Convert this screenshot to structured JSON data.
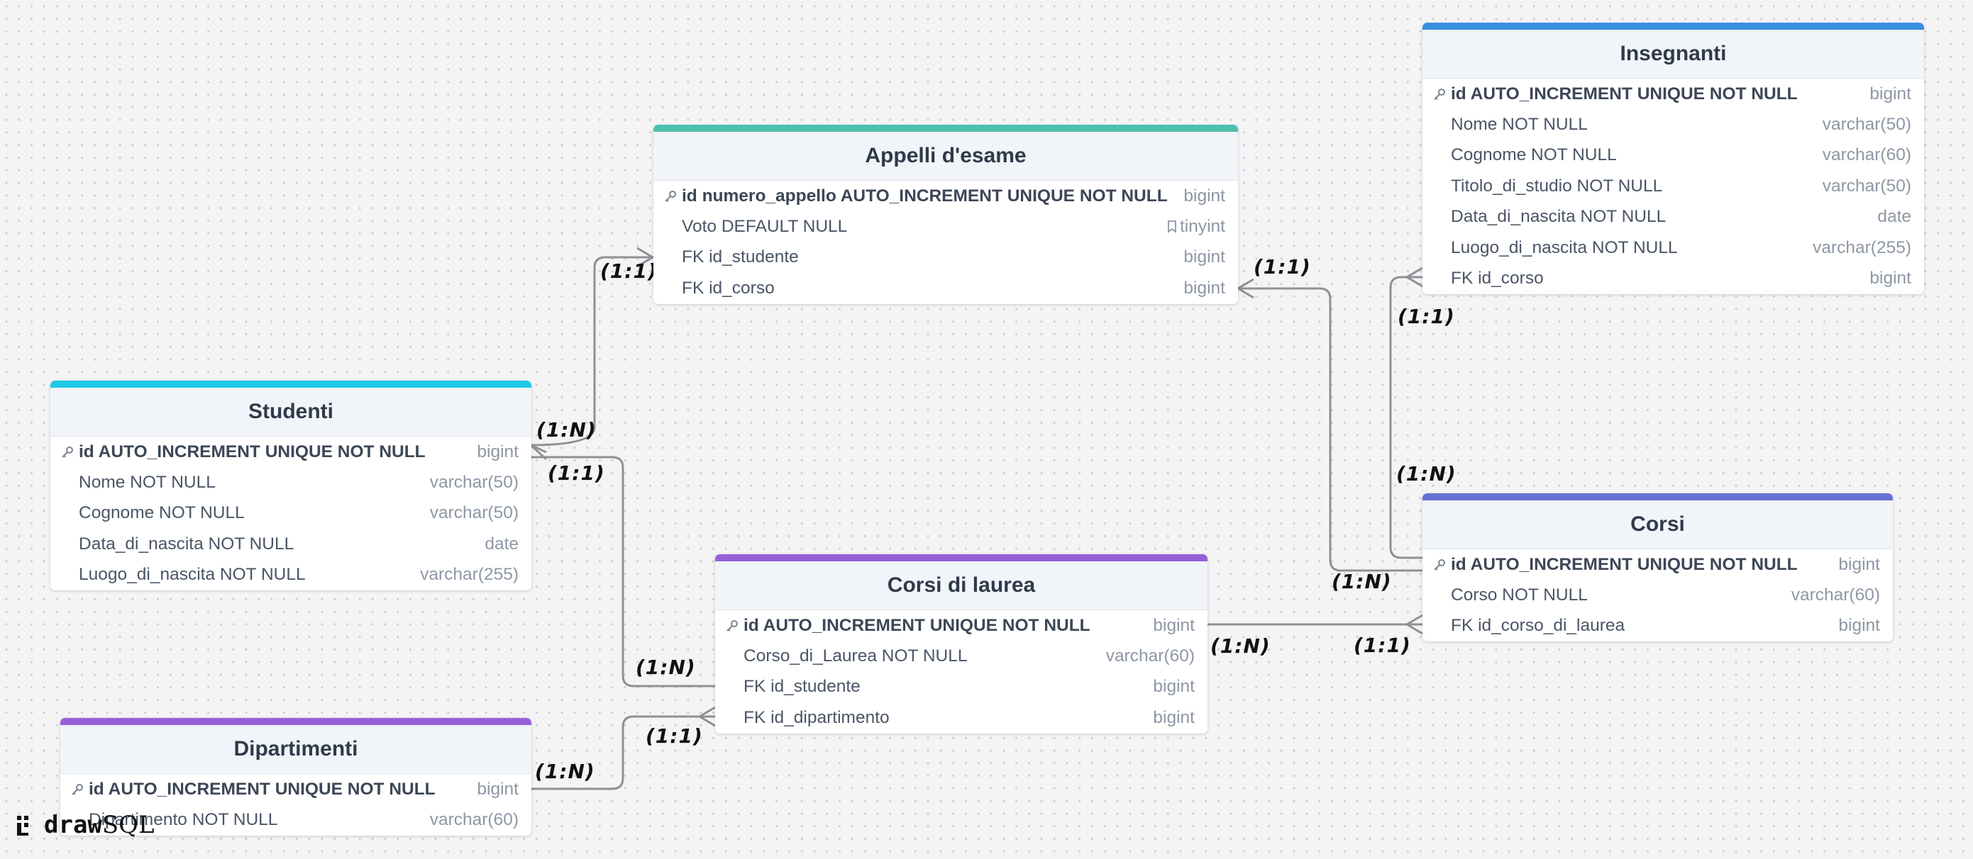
{
  "app": {
    "logo_draw": "draw",
    "logo_sql": "SQL"
  },
  "tables": [
    {
      "id": "appelli",
      "title": "Appelli d'esame",
      "color": "#4dbfad",
      "columns": [
        {
          "name": "id numero_appello AUTO_INCREMENT UNIQUE NOT NULL",
          "type": "bigint",
          "pk": true
        },
        {
          "name": "Voto DEFAULT NULL",
          "type": "tinyint",
          "note_icon": true
        },
        {
          "name": "FK id_studente",
          "type": "bigint"
        },
        {
          "name": "FK id_corso",
          "type": "bigint"
        }
      ]
    },
    {
      "id": "insegnanti",
      "title": "Insegnanti",
      "color": "#3a8fe0",
      "columns": [
        {
          "name": "id AUTO_INCREMENT UNIQUE NOT NULL",
          "type": "bigint",
          "pk": true
        },
        {
          "name": "Nome NOT NULL",
          "type": "varchar(50)"
        },
        {
          "name": "Cognome NOT NULL",
          "type": "varchar(60)"
        },
        {
          "name": "Titolo_di_studio NOT NULL",
          "type": "varchar(50)"
        },
        {
          "name": "Data_di_nascita NOT NULL",
          "type": "date"
        },
        {
          "name": "Luogo_di_nascita NOT NULL",
          "type": "varchar(255)"
        },
        {
          "name": "FK id_corso",
          "type": "bigint"
        }
      ]
    },
    {
      "id": "studenti",
      "title": "Studenti",
      "color": "#1ec9e6",
      "columns": [
        {
          "name": "id AUTO_INCREMENT UNIQUE NOT NULL",
          "type": "bigint",
          "pk": true
        },
        {
          "name": "Nome NOT NULL",
          "type": "varchar(50)"
        },
        {
          "name": "Cognome NOT NULL",
          "type": "varchar(50)"
        },
        {
          "name": "Data_di_nascita NOT NULL",
          "type": "date"
        },
        {
          "name": "Luogo_di_nascita NOT NULL",
          "type": "varchar(255)"
        }
      ]
    },
    {
      "id": "corsi",
      "title": "Corsi",
      "color": "#6670d4",
      "columns": [
        {
          "name": "id AUTO_INCREMENT UNIQUE NOT NULL",
          "type": "bigint",
          "pk": true
        },
        {
          "name": "Corso NOT NULL",
          "type": "varchar(60)"
        },
        {
          "name": "FK id_corso_di_laurea",
          "type": "bigint"
        }
      ]
    },
    {
      "id": "corsi_laurea",
      "title": "Corsi di laurea",
      "color": "#9560d8",
      "columns": [
        {
          "name": "id AUTO_INCREMENT UNIQUE NOT NULL",
          "type": "bigint",
          "pk": true
        },
        {
          "name": "Corso_di_Laurea NOT NULL",
          "type": "varchar(60)"
        },
        {
          "name": "FK id_studente",
          "type": "bigint"
        },
        {
          "name": "FK id_dipartimento",
          "type": "bigint"
        }
      ]
    },
    {
      "id": "dipartimenti",
      "title": "Dipartimenti",
      "color": "#9560d8",
      "columns": [
        {
          "name": "id AUTO_INCREMENT UNIQUE NOT NULL",
          "type": "bigint",
          "pk": true
        },
        {
          "name": "Dipartimento NOT NULL",
          "type": "varchar(60)"
        }
      ]
    }
  ],
  "relation_labels": [
    {
      "id": "appelli-left",
      "text": "(1:1)"
    },
    {
      "id": "studenti-to-appelli",
      "text": "(1:N)"
    },
    {
      "id": "studenti-to-corsi-laurea",
      "text": "(1:1)"
    },
    {
      "id": "corsi-laurea-left",
      "text": "(1:N)"
    },
    {
      "id": "appelli-right",
      "text": "(1:1)"
    },
    {
      "id": "insegnanti-left",
      "text": "(1:1)"
    },
    {
      "id": "corsi-top",
      "text": "(1:N)"
    },
    {
      "id": "corsi-left",
      "text": "(1:N)"
    },
    {
      "id": "corsi-laurea-right",
      "text": "(1:N)"
    },
    {
      "id": "corsi-fk",
      "text": "(1:1)"
    },
    {
      "id": "corsi-laurea-dip",
      "text": "(1:1)"
    },
    {
      "id": "dipartimenti-right",
      "text": "(1:N)"
    }
  ]
}
